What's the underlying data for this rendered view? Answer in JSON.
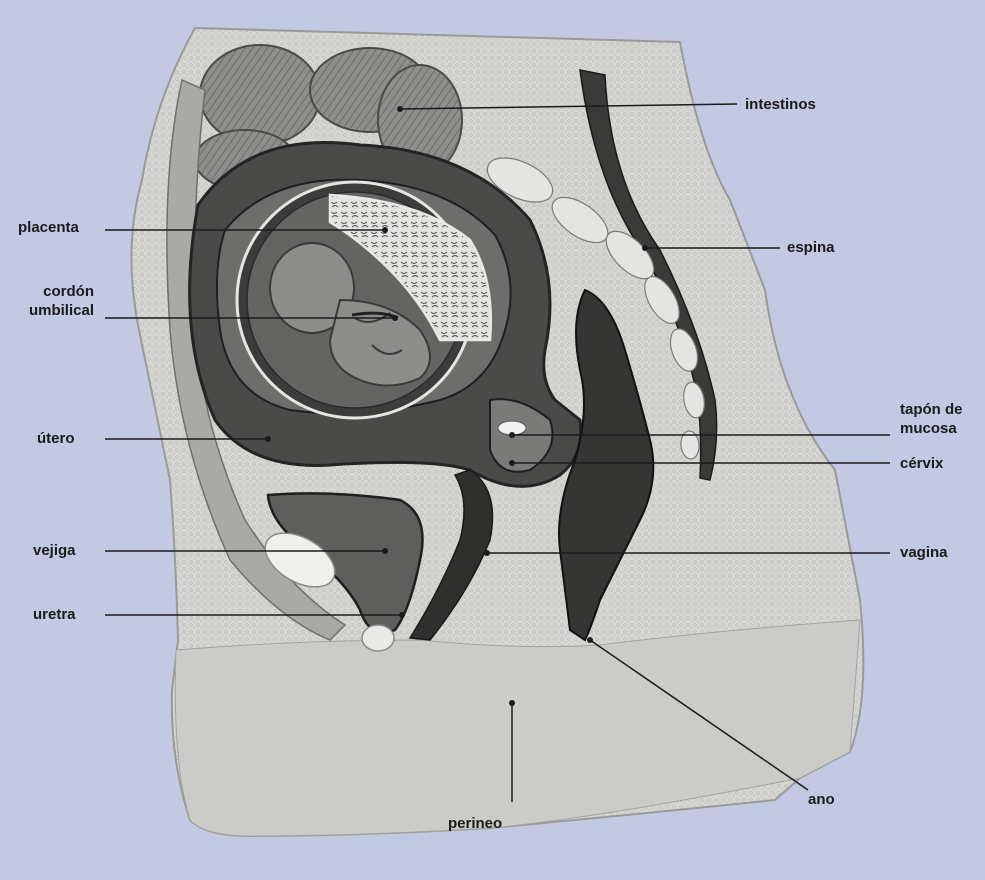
{
  "labels": {
    "intestinos": "intestinos",
    "placenta": "placenta",
    "espina": "espina",
    "cordon_line1": "cordón",
    "cordon_line2": "umbilical",
    "tapon_line1": "tapón de",
    "tapon_line2": "mucosa",
    "utero": "útero",
    "cervix": "cérvix",
    "vejiga": "vejiga",
    "vagina": "vagina",
    "uretra": "uretra",
    "ano": "ano",
    "perineo": "perineo"
  },
  "colors": {
    "background": "#c3c8e3",
    "tissue": "#d8d8d6",
    "label_text": "#1b1b1b",
    "leader_line": "#1b1b1b"
  }
}
